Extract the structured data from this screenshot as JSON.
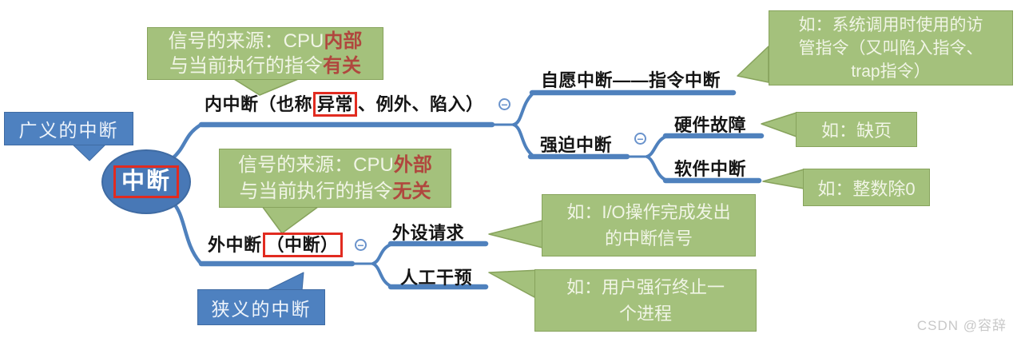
{
  "colors": {
    "node_blue": "#4e81c0",
    "line_blue": "#4f81bd",
    "note_green": "#a4c17c",
    "accent_red": "#b0473e",
    "highlight_box_red": "#e12b20"
  },
  "root": {
    "label": "中断"
  },
  "callouts": {
    "broad": {
      "label": "广义的中断"
    },
    "narrow": {
      "label": "狭义的中断"
    }
  },
  "branches": {
    "internal": {
      "prefix": "内中断（也称",
      "highlight": "异常",
      "suffix": "、例外、陷入）"
    },
    "external": {
      "prefix": "外中断",
      "highlight": "（中断）",
      "suffix": ""
    },
    "voluntary": {
      "label": "自愿中断——指令中断"
    },
    "forced": {
      "label": "强迫中断"
    },
    "hardware_fault": {
      "label": "硬件故障"
    },
    "software_interrupt": {
      "label": "软件中断"
    },
    "peripheral_request": {
      "label": "外设请求"
    },
    "manual_intervention": {
      "label": "人工干预"
    }
  },
  "notes": {
    "internal_source": {
      "line1": "信号的来源：CPU",
      "line1_accent": "内部",
      "line2": "与当前执行的指令",
      "line2_accent": "有关"
    },
    "external_source": {
      "line1": "信号的来源：CPU",
      "line1_accent": "外部",
      "line2": "与当前执行的指令",
      "line2_accent": "无关"
    },
    "trap": {
      "line1": "如：系统调用时使用的访",
      "line2": "管指令（又叫陷入指令、",
      "line3": "trap指令）"
    },
    "page_fault": {
      "line1": "如：缺页"
    },
    "divide_by_zero": {
      "line1": "如：整数除0"
    },
    "io_complete": {
      "line1": "如：I/O操作完成发出",
      "line2": "的中断信号"
    },
    "user_terminate": {
      "line1": "如：用户强行终止一",
      "line2": "个进程"
    }
  },
  "icons": {
    "collapse_glyph": "−"
  },
  "watermark": {
    "text": "CSDN @容辞"
  }
}
